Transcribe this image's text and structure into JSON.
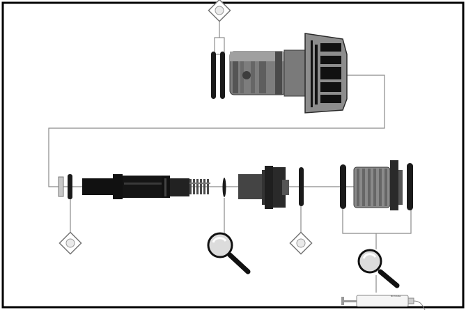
{
  "diagram": {
    "kind": "exploded-assembly",
    "frame_color": "#000000",
    "line_color": "#8a8a8a",
    "part_dark": "#1a1a1a",
    "part_mid": "#5a5a5a",
    "part_light": "#8c8c8c",
    "icons": [
      "diamond-grip-icon-top",
      "diamond-grip-icon-left",
      "diamond-grip-icon-center",
      "magnifier-icon-center",
      "magnifier-icon-right",
      "syringe-icon"
    ]
  },
  "syringe": {
    "label": "Microlube"
  }
}
